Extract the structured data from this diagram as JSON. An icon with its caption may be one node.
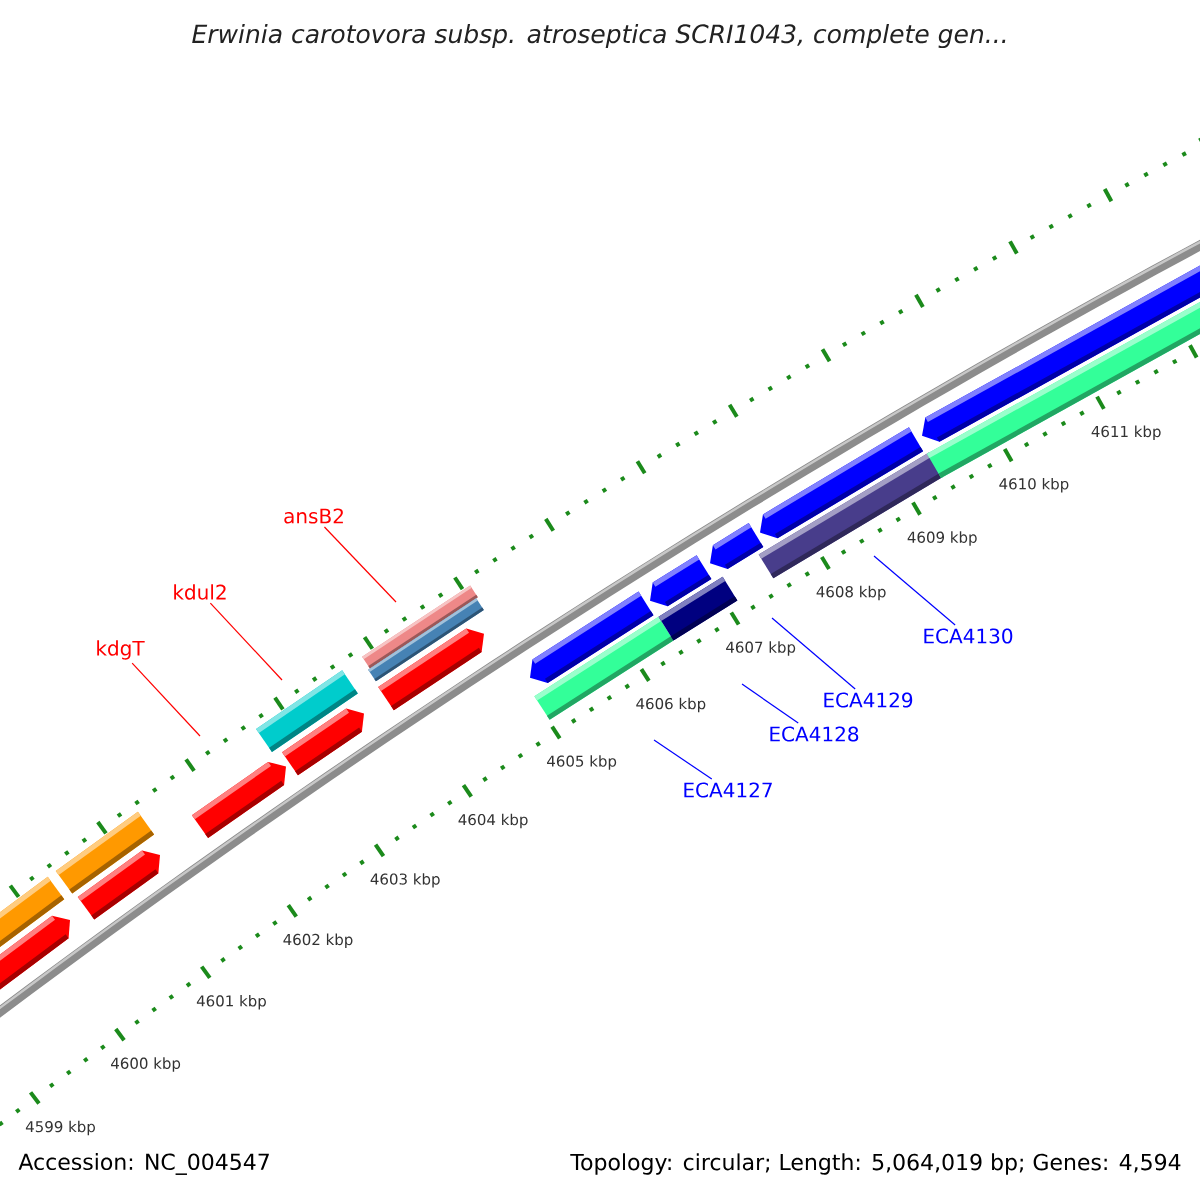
{
  "diagram": {
    "title": "Erwinia carotovora subsp. atroseptica SCRI1043, complete gen...",
    "nodes": [
      {
        "text": [
          "kdgT"
        ]
      },
      {
        "text": [
          "kdul2"
        ]
      },
      {
        "text": [
          "ansB2"
        ]
      },
      {
        "text": [
          "ECA4127"
        ]
      },
      {
        "text": [
          "ECA4128"
        ]
      },
      {
        "text": [
          "ECA4129"
        ]
      },
      {
        "text": [
          "ECA4130"
        ]
      }
    ],
    "edges": [
      {
        "from": 0,
        "to": null,
        "arrow": "none",
        "color": "#ff0000"
      },
      {
        "from": 1,
        "to": null,
        "arrow": "none",
        "color": "#ff0000"
      },
      {
        "from": 2,
        "to": null,
        "arrow": "none",
        "color": "#ff0000"
      },
      {
        "from": 3,
        "to": null,
        "arrow": "none"
      },
      {
        "from": 4,
        "to": null,
        "arrow": "none"
      },
      {
        "from": 5,
        "to": null,
        "arrow": "none"
      },
      {
        "from": 6,
        "to": null,
        "arrow": "none"
      }
    ],
    "labels": [
      "4599 kbp",
      "4600 kbp",
      "4601 kbp",
      "4602 kbp",
      "4603 kbp",
      "4604 kbp",
      "4605 kbp",
      "4606 kbp",
      "4607 kbp",
      "4608 kbp",
      "4609 kbp",
      "4610 kbp",
      "4611 kbp",
      "Accession: NC_004547",
      "Topology: circular; Length: 5,064,019 bp; Genes: 4,594"
    ]
  }
}
